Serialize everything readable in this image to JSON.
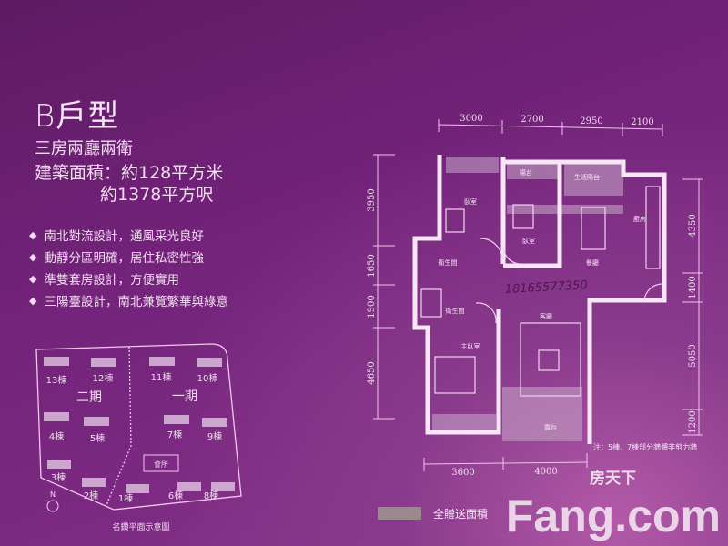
{
  "unit": {
    "title": "B戶型",
    "layout": "三房兩廳兩衛",
    "area_label": "建築面積：約128平方米",
    "area_alt": "約1378平方呎"
  },
  "features": [
    "南北對流設計，通風采光良好",
    "動靜分區明確，居住私密性強",
    "準雙套房設計，方便實用",
    "三陽臺設計，南北兼覽繁華與綠意"
  ],
  "site_plan": {
    "caption": "名鑽平面示意圖",
    "phase1": "一期",
    "phase2": "二期",
    "clubhouse": "會所",
    "north": "N",
    "buildings": [
      "13棟",
      "12棟",
      "11棟",
      "10棟",
      "4棟",
      "5棟",
      "7棟",
      "9棟",
      "3棟",
      "2棟",
      "1棟",
      "6棟",
      "8棟"
    ]
  },
  "floor_plan": {
    "dims_top": [
      "3000",
      "2700",
      "2950",
      "2100"
    ],
    "dims_left": [
      "3950",
      "1650",
      "1900",
      "4650"
    ],
    "dims_right": [
      "4350",
      "1400",
      "5050",
      "1200"
    ],
    "dims_bottom": [
      "3600",
      "4000"
    ],
    "rooms": {
      "bedroom1": "臥室",
      "bedroom2": "臥室",
      "balcony_top": "陽台",
      "utility_balcony": "生活陽台",
      "dining": "餐廳",
      "kitchen": "廚房",
      "bath1": "衛生間",
      "bath2": "衛生間",
      "master": "主臥室",
      "living": "客廳",
      "balcony_bottom": "露台"
    },
    "note": "注：5棟、7棟部分牆體非剪力牆",
    "handwritten": "18165577350"
  },
  "legend": {
    "label": "全贈送面積",
    "swatch_color": "#9a8a8e"
  },
  "watermark": {
    "brand": "Fang.com",
    "cn": "房天下"
  }
}
